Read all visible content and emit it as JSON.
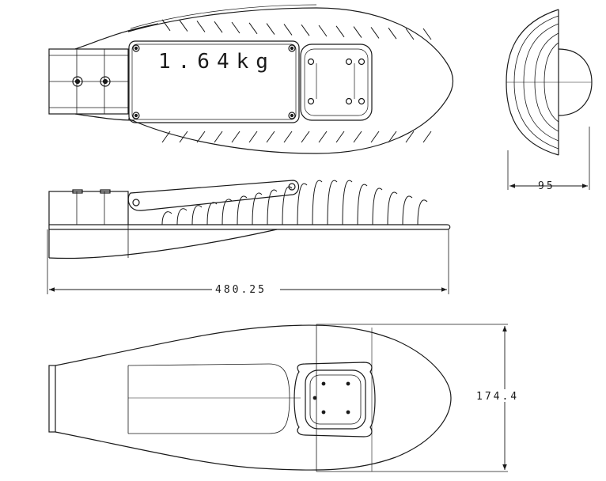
{
  "drawing": {
    "weight_label": "1.64kg",
    "dim_length": "480.25",
    "dim_depth": "95",
    "dim_width": "174.4"
  },
  "colors": {
    "line": "#1a1a1a",
    "paper": "#ffffff"
  }
}
